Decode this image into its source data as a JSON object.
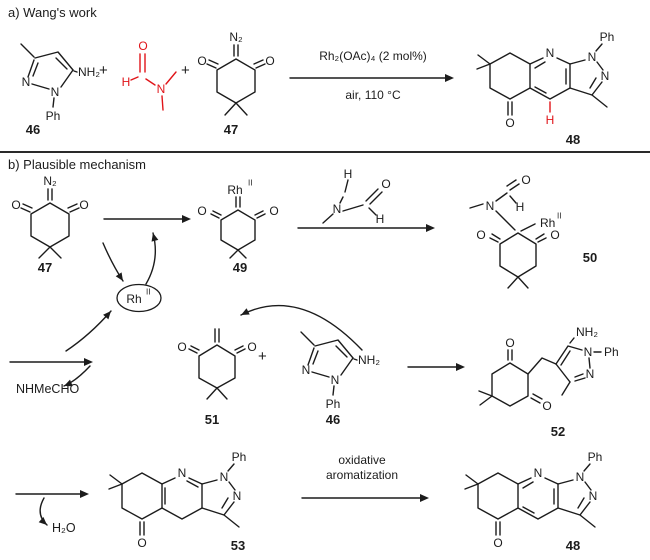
{
  "figure": {
    "section_a_title": "a) Wang's work",
    "section_b_title": "b) Plausible mechanism"
  },
  "reaction": {
    "conditions_top": "Rh₂(OAc)₄ (2 mol%)",
    "conditions_bottom": "air, 110 °C",
    "plus": "+",
    "byproduct": "NHMeCHO",
    "water": "H₂O",
    "ox_line1": "oxidative",
    "ox_line2": "aromatization"
  },
  "compound_labels": {
    "46": "46",
    "47": "47",
    "48": "48",
    "49": "49",
    "50": "50",
    "51": "51",
    "52": "52",
    "53": "53"
  },
  "atoms": {
    "N": "N",
    "O": "O",
    "H": "H",
    "Ph": "Ph",
    "NH2": "NH₂",
    "N2": "N₂",
    "Rh": "Rh",
    "II": "II"
  },
  "colors": {
    "ink": "#1c1c1c",
    "red": "#e01419",
    "background": "#ffffff"
  }
}
